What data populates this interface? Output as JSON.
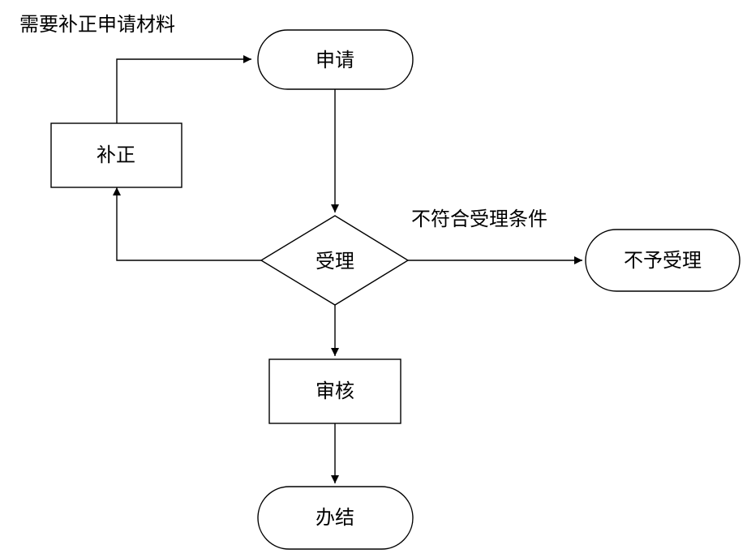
{
  "diagram": {
    "nodes": {
      "apply": "申请",
      "correct": "补正",
      "accept": "受理",
      "reject": "不予受理",
      "review": "审核",
      "complete": "办结"
    },
    "edge_labels": {
      "need_correction": "需要补正申请材料",
      "not_qualified": "不符合受理条件"
    }
  },
  "colors": {
    "line": "#000000",
    "fill": "#ffffff",
    "text": "#000000"
  }
}
